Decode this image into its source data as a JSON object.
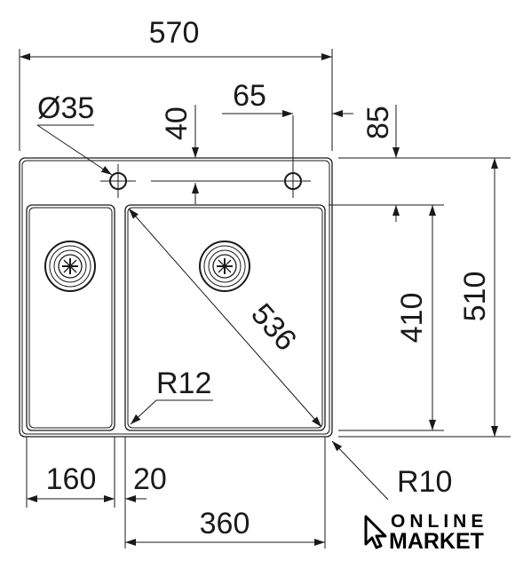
{
  "dimensions": {
    "overall_width": "570",
    "hole_diameter": "Ø35",
    "hole_offset_top": "40",
    "hole_spacing": "65",
    "edge_to_bowl": "85",
    "bowl_height": "410",
    "overall_depth": "510",
    "diagonal": "536",
    "inner_radius": "R12",
    "outer_radius": "R10",
    "small_bowl_width": "160",
    "divider_width": "20",
    "large_bowl_width": "360"
  },
  "logo": {
    "line1": "ONLINE",
    "line2": "MARKET"
  }
}
